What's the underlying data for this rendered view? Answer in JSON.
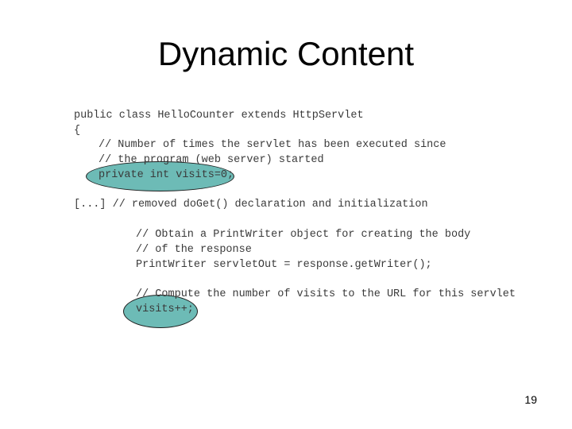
{
  "slide": {
    "title": "Dynamic Content",
    "page_number": "19"
  },
  "code": {
    "lines": [
      "public class HelloCounter extends HttpServlet",
      "{",
      "// Number of times the servlet has been executed since",
      "// the program (web server) started",
      "private int visits=0;",
      "[...] // removed doGet() declaration and initialization",
      "// Obtain a PrintWriter object for creating the body",
      "// of the response",
      "PrintWriter servletOut = response.getWriter();",
      "// Compute the number of visits to the URL for this servlet",
      "visits++;"
    ]
  },
  "colors": {
    "highlight": "#6dbbb6",
    "code_text": "#3a3a3a"
  }
}
